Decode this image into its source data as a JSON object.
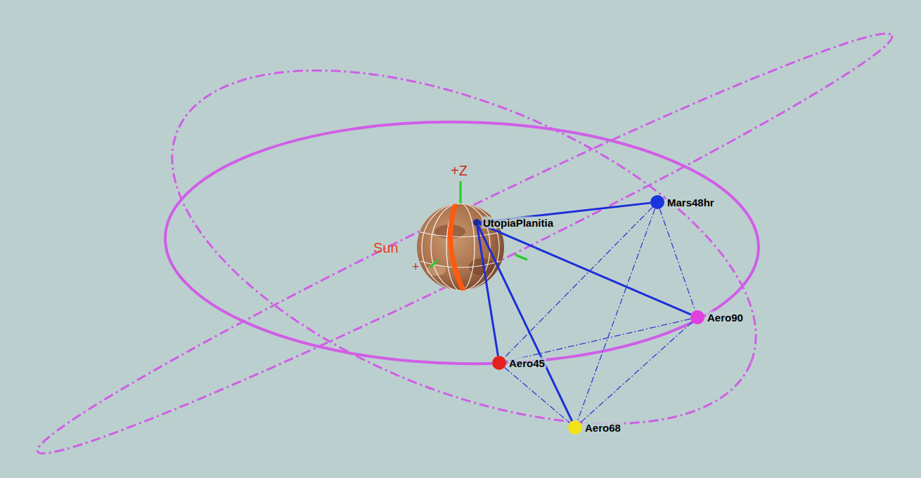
{
  "diagram": {
    "nodes": [
      {
        "text": [
          "UtopiaPlanitia"
        ]
      },
      {
        "text": [
          "Mars48hr"
        ]
      },
      {
        "text": [
          "Aero90"
        ]
      },
      {
        "text": [
          "Aero45"
        ]
      },
      {
        "text": [
          "Aero68"
        ]
      }
    ],
    "edges": [
      {
        "from": 0,
        "to": 1,
        "arrow": "none"
      },
      {
        "from": 0,
        "to": 2,
        "arrow": "none"
      },
      {
        "from": 0,
        "to": 3,
        "arrow": "none"
      },
      {
        "from": 0,
        "to": 4,
        "arrow": "none"
      },
      {
        "from": 1,
        "to": 2,
        "arrow": "none"
      },
      {
        "from": 1,
        "to": 3,
        "arrow": "none"
      },
      {
        "from": 1,
        "to": 4,
        "arrow": "none"
      },
      {
        "from": 2,
        "to": 3,
        "arrow": "none"
      },
      {
        "from": 2,
        "to": 4,
        "arrow": "none"
      },
      {
        "from": 3,
        "to": 4,
        "arrow": "none"
      }
    ],
    "labels": [
      "+Z",
      "Sun",
      "+"
    ]
  }
}
